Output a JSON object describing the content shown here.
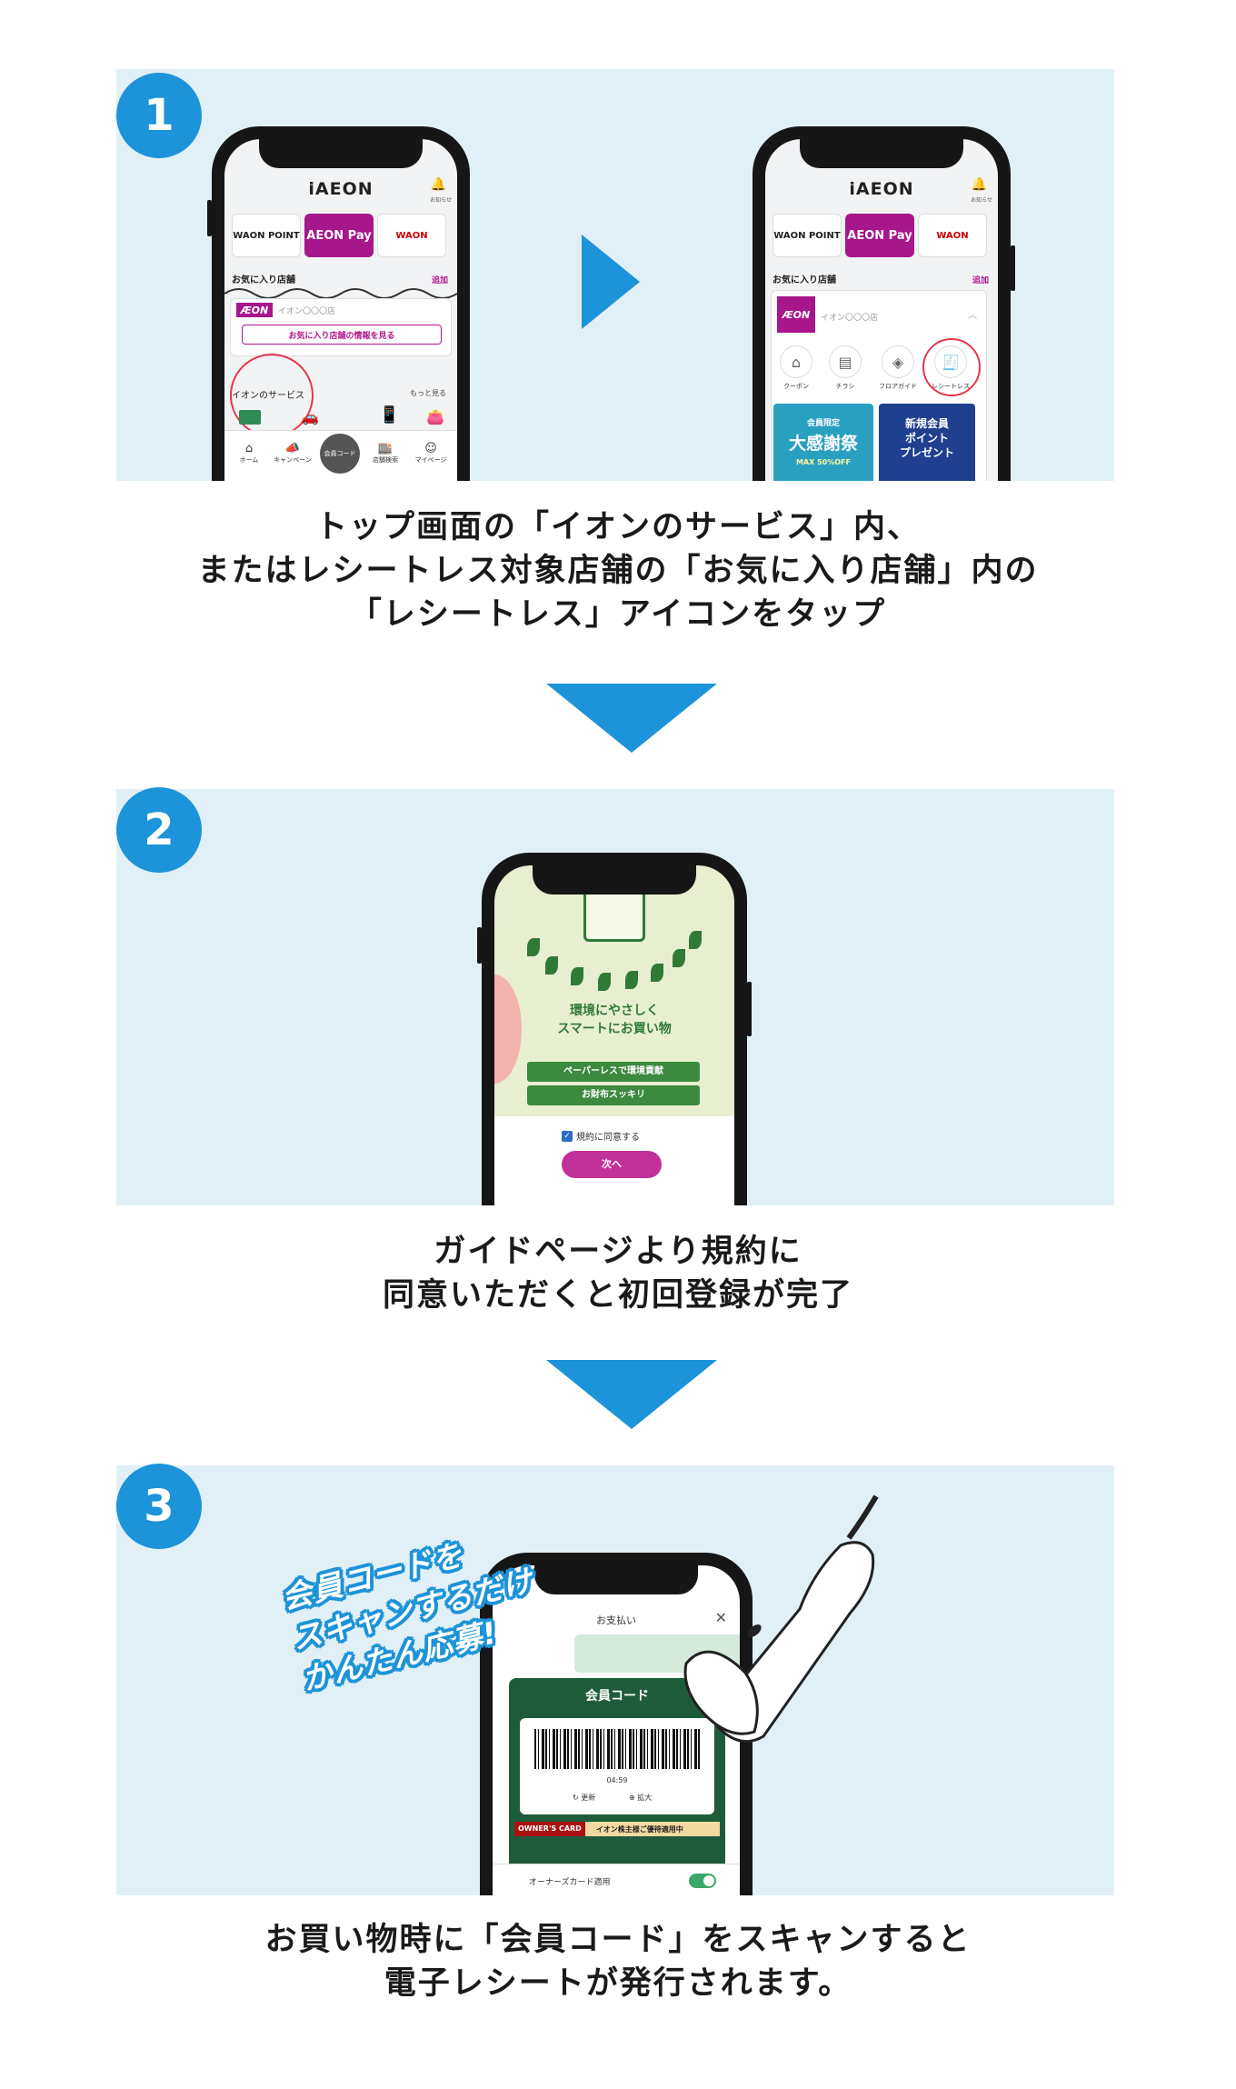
{
  "steps": [
    {
      "number": "1",
      "caption_lines": [
        "トップ画面の「イオンのサービス」内、",
        "またはレシートレス対象店舗の「お気に入り店舗」内の",
        "「レシートレス」アイコンをタップ"
      ]
    },
    {
      "number": "2",
      "caption_lines": [
        "ガイドページより規約に",
        "同意いただくと初回登録が完了"
      ]
    },
    {
      "number": "3",
      "caption_lines": [
        "お買い物時に「会員コード」をスキャンすると",
        "電子レシートが発行されます。"
      ]
    }
  ],
  "phone1": {
    "app_title": "iAEON",
    "notice": "お知らせ",
    "tiles": [
      "WAON POINT",
      "AEON Pay",
      "WAON"
    ],
    "favorites": "お気に入り店舗",
    "add": "追加",
    "store": "イオン〇〇〇店",
    "see_info": "お気に入り店舗の情報を見る",
    "services": "イオンのサービス",
    "more": "もっと見る",
    "nav": [
      "ホーム",
      "キャンペーン",
      "会員コード",
      "店舗検索",
      "マイページ"
    ]
  },
  "phone1b": {
    "app_title": "iAEON",
    "notice": "お知らせ",
    "tiles": [
      "WAON POINT",
      "AEON Pay",
      "WAON"
    ],
    "favorites": "お気に入り店舗",
    "add": "追加",
    "store": "イオン〇〇〇店",
    "services": [
      "クーポン",
      "チラシ",
      "フロアガイド",
      "レシートレス"
    ],
    "banner1": [
      "会員限定",
      "大感謝祭",
      "MAX 50%OFF"
    ],
    "banner2": [
      "新規会員",
      "ポイント",
      "プレゼント"
    ]
  },
  "phone2": {
    "headline": [
      "環境にやさしく",
      "スマートにお買い物"
    ],
    "buttons": [
      "ペーパーレスで環境貢献",
      "お財布スッキリ"
    ],
    "agree": "規約に同意する",
    "next": "次へ"
  },
  "phone3": {
    "header": "お支払い",
    "card_title": "会員コード",
    "timer": "04:59",
    "refresh": "更新",
    "zoom": "拡大",
    "owners_badge": "OWNER'S CARD",
    "owners_text": "イオン株主様ご優待適用中",
    "owners_card": "オーナーズカード適用"
  },
  "blurb": [
    "会員コードを",
    "スキャンするだけ",
    "かんたん応募!"
  ],
  "colors": {
    "panel": "#e1f0f7",
    "accent": "#1d93d9",
    "aeon": "#a7168b"
  }
}
